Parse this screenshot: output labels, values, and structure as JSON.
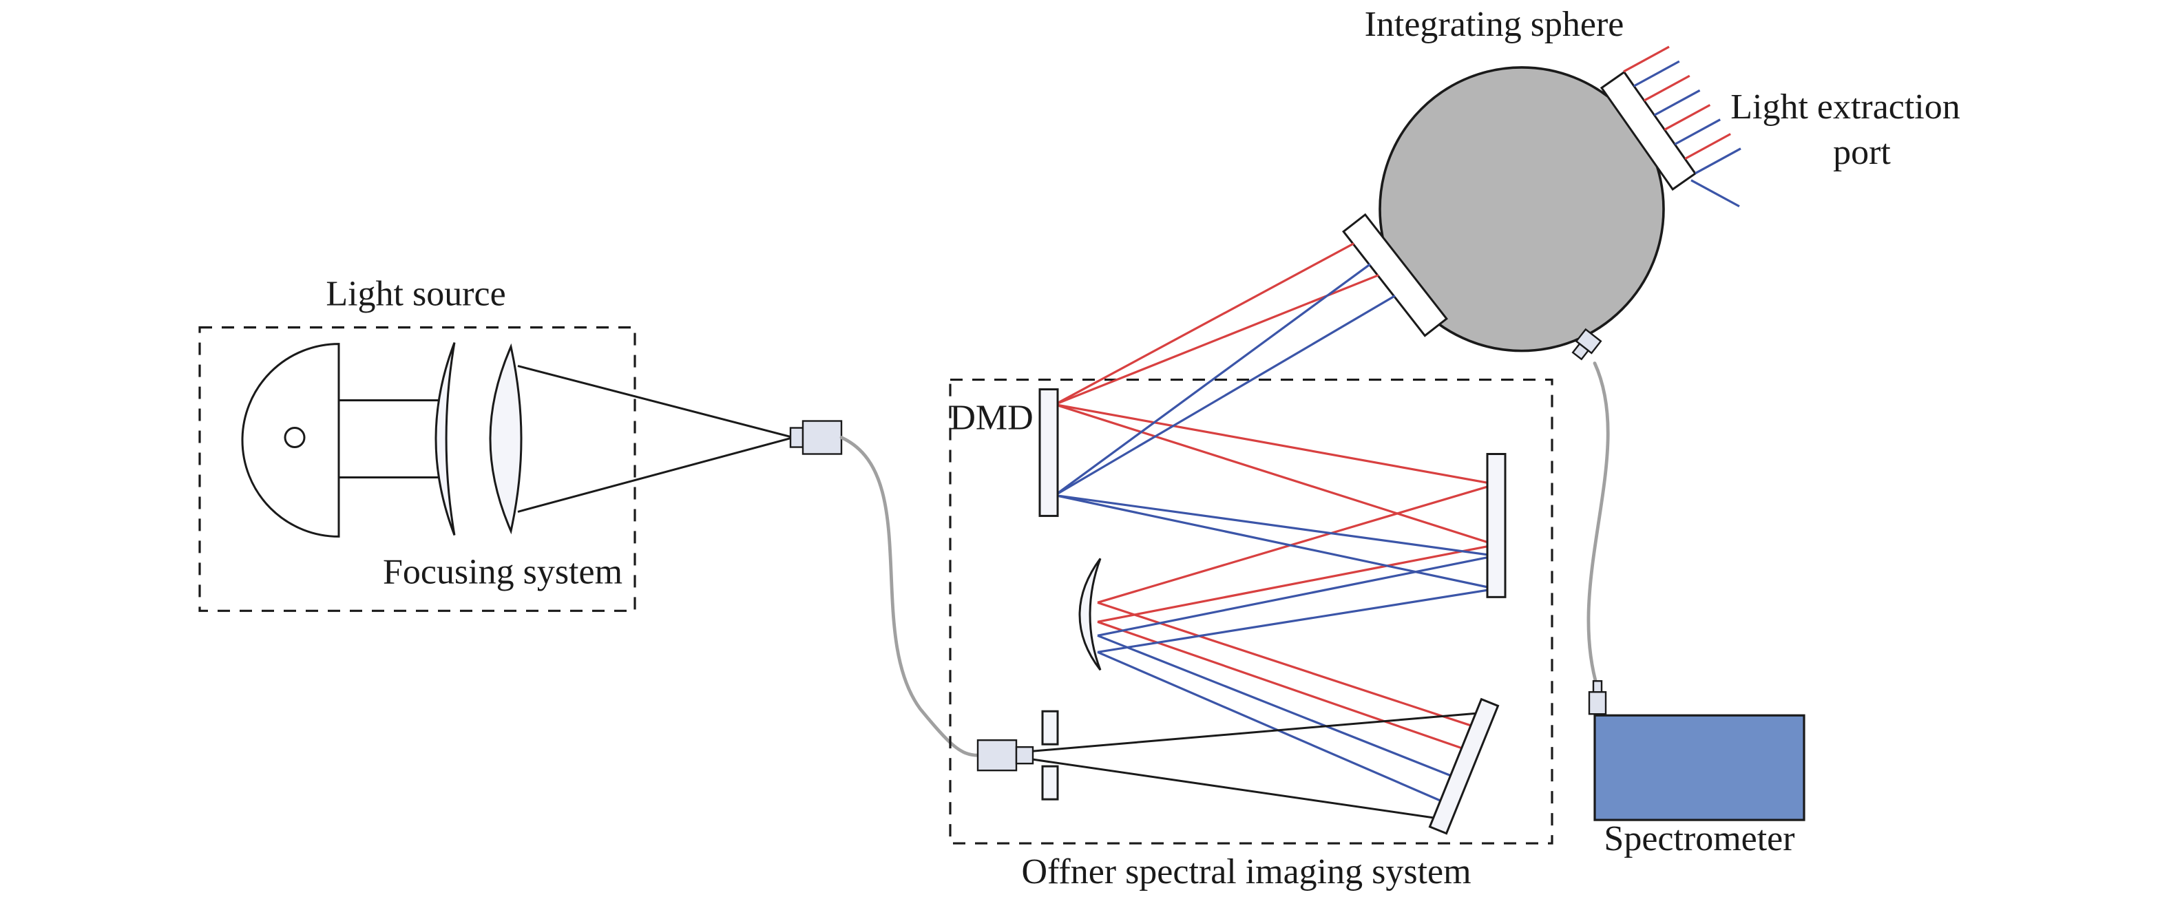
{
  "colors": {
    "ink": "#1a1a1a",
    "ray_red": "#d84040",
    "ray_blue": "#3b55a8",
    "ray_black": "#1a1a1a",
    "fiber_gray": "#a0a0a0",
    "sphere_fill": "#b5b5b5",
    "spectrometer_fill": "#6e8ec7",
    "element_fill": "#f4f5fa",
    "connector_fill": "#dfe3ee",
    "background": "#ffffff"
  },
  "labels": {
    "integrating_sphere": "Integrating sphere",
    "light_extraction_line1": "Light extraction",
    "light_extraction_line2": "port",
    "light_source": "Light source",
    "focusing_system": "Focusing system",
    "dmd": "DMD",
    "offner_system": "Offner spectral imaging system",
    "spectrometer": "Spectrometer"
  }
}
